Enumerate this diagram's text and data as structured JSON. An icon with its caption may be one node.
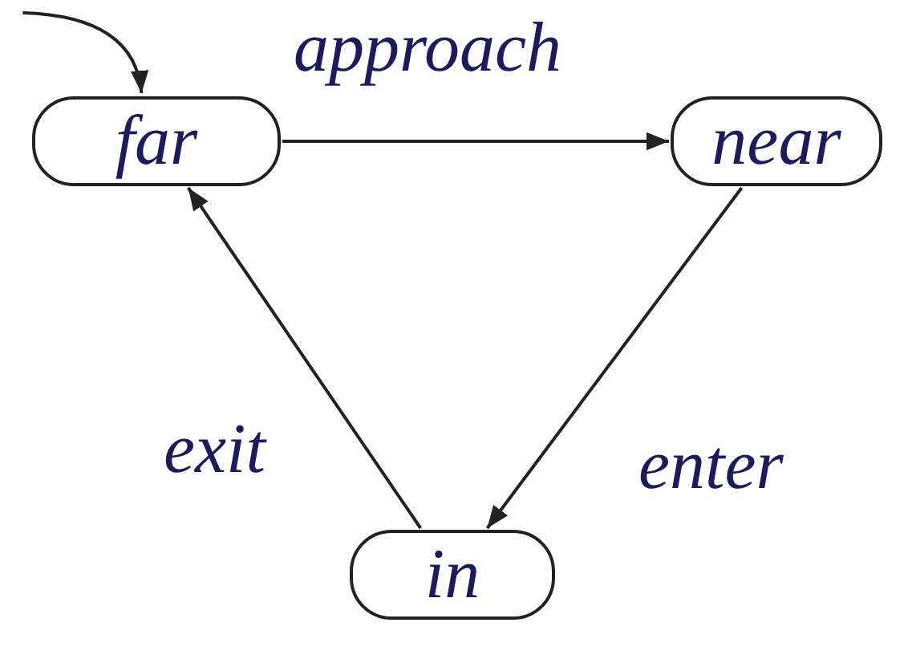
{
  "diagram": {
    "nodes": [
      {
        "text": [
          "far"
        ]
      },
      {
        "text": [
          "near"
        ]
      },
      {
        "text": [
          "in"
        ]
      }
    ],
    "edges": [
      {
        "from": null,
        "to": 0,
        "arrow": "to"
      },
      {
        "from": 0,
        "to": 1,
        "arrow": "to",
        "label": "approach"
      },
      {
        "from": 1,
        "to": 2,
        "arrow": "to",
        "label": "enter"
      },
      {
        "from": 2,
        "to": 0,
        "arrow": "to",
        "label": "exit"
      }
    ]
  }
}
